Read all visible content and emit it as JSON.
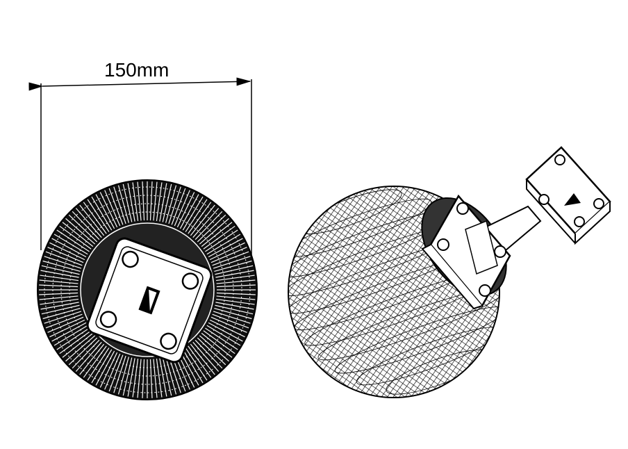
{
  "dimension": {
    "label": "150mm"
  },
  "colors": {
    "ink": "#000000",
    "paper": "#ffffff"
  },
  "views": [
    {
      "id": "front-view",
      "icon": "spherical-lens-antenna-front-icon"
    },
    {
      "id": "iso-view",
      "icon": "spherical-lens-antenna-isometric-icon"
    }
  ]
}
